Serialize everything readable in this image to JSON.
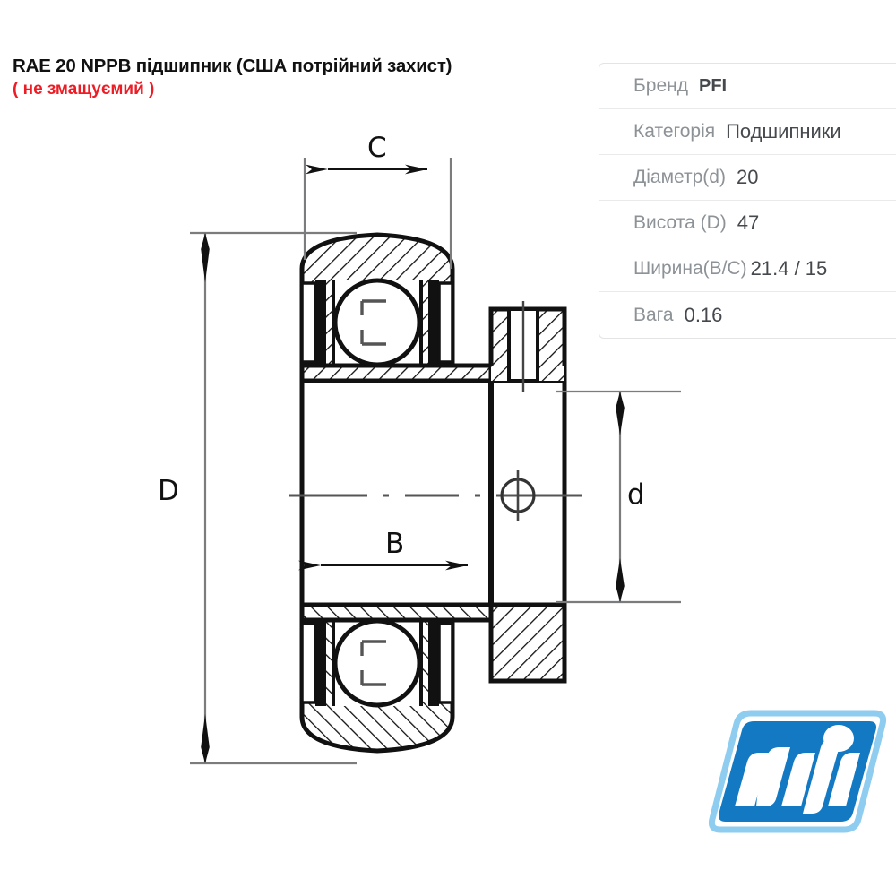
{
  "title": {
    "main": "RAE 20 NPPB підшипник (США потрійний захист)",
    "sub": "( не змащуємий )",
    "sub_color": "#ee1c25"
  },
  "spec_table": {
    "rows": [
      {
        "label": "Бренд",
        "value": "PFI"
      },
      {
        "label": "Категорія",
        "value": "Подшипники"
      },
      {
        "label": "Діаметр(d)",
        "value": "20"
      },
      {
        "label": "Висота (D)",
        "value": "47"
      },
      {
        "label": "Ширина(B/C)",
        "value": "21.4 / 15"
      },
      {
        "label": "Вага",
        "value": "0.16"
      }
    ],
    "label_color": "#8d9297",
    "value_color": "#45494d"
  },
  "drawing": {
    "type": "bearing-cross-section",
    "dimensions": {
      "C": "C",
      "B": "B",
      "D": "D",
      "d": "d"
    },
    "line_color": "#111111",
    "dimension_line_color": "#6d6f71"
  },
  "logo": {
    "name": "PFI",
    "brand_color": "#1279c2",
    "outline_color": "#8ecdf0"
  }
}
